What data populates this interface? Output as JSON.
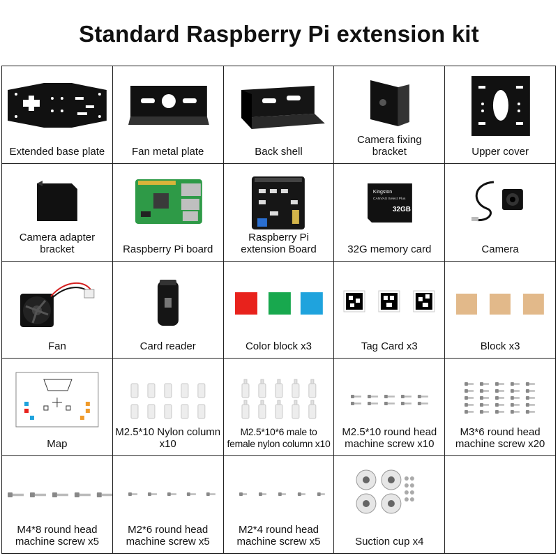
{
  "title": "Standard Raspberry Pi extension kit",
  "items": [
    {
      "label": "Extended base plate",
      "icon": "base-plate-icon"
    },
    {
      "label": "Fan metal plate",
      "icon": "fan-plate-icon"
    },
    {
      "label": "Back shell",
      "icon": "back-shell-icon"
    },
    {
      "label": "Camera fixing\nbracket",
      "icon": "camera-bracket-icon"
    },
    {
      "label": "Upper cover",
      "icon": "upper-cover-icon"
    },
    {
      "label": "Camera adapter\nbracket",
      "icon": "adapter-bracket-icon"
    },
    {
      "label": "Raspberry Pi board",
      "icon": "raspberry-pi-icon"
    },
    {
      "label": "Raspberry Pi\nextension Board",
      "icon": "extension-board-icon"
    },
    {
      "label": "32G memory card",
      "icon": "memory-card-icon",
      "card_brand": "Kingston",
      "card_line": "CANVAS Select Plus",
      "card_size": "32GB"
    },
    {
      "label": "Camera",
      "icon": "camera-icon"
    },
    {
      "label": "Fan",
      "icon": "fan-icon"
    },
    {
      "label": "Card reader",
      "icon": "card-reader-icon"
    },
    {
      "label": "Color block x3",
      "icon": "color-blocks-icon",
      "colors": [
        "#e8221c",
        "#18a84e",
        "#1fa3dd"
      ]
    },
    {
      "label": "Tag Card x3",
      "icon": "tag-cards-icon"
    },
    {
      "label": "Block x3",
      "icon": "wood-blocks-icon"
    },
    {
      "label": "Map",
      "icon": "map-icon"
    },
    {
      "label": "M2.5*10 Nylon column\nx10",
      "icon": "nylon-column-icon"
    },
    {
      "label": "M2.5*10*6 male to\nfemale nylon column x10",
      "icon": "male-female-column-icon"
    },
    {
      "label": "M2.5*10 round head\nmachine screw x10",
      "icon": "screw-m25-icon"
    },
    {
      "label": "M3*6 round head\nmachine screw x20",
      "icon": "screw-m3-icon"
    },
    {
      "label": "M4*8 round head\nmachine screw x5",
      "icon": "screw-m4-icon"
    },
    {
      "label": "M2*6 round head\nmachine screw x5",
      "icon": "screw-m26-icon"
    },
    {
      "label": "M2*4 round head\nmachine screw x5",
      "icon": "screw-m24-icon"
    },
    {
      "label": "Suction cup x4",
      "icon": "suction-cup-icon"
    },
    {
      "label": "",
      "icon": ""
    }
  ]
}
